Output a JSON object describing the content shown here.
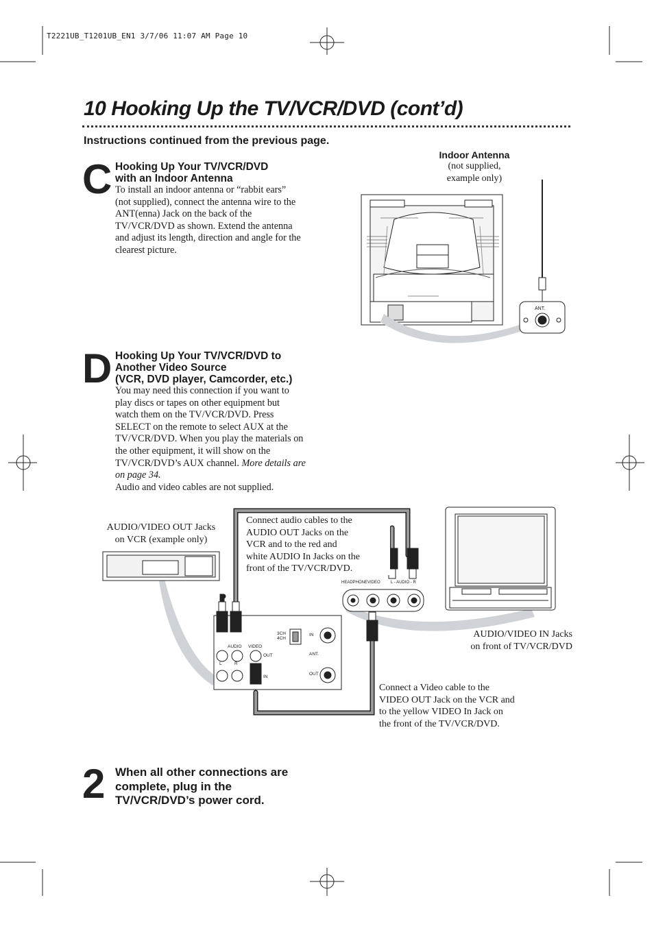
{
  "slug": "T2221UB_T1201UB_EN1  3/7/06  11:07 AM  Page 10",
  "header": {
    "title": "10  Hooking Up the TV/VCR/DVD (cont’d)",
    "continued": "Instructions continued from the previous page."
  },
  "section_c": {
    "letter": "C",
    "heading_line1": "Hooking Up Your TV/VCR/DVD",
    "heading_line2": "with an Indoor Antenna",
    "body": [
      "To install an indoor antenna or “rabbit ears”",
      "(not supplied), connect the antenna wire to the",
      "ANT(enna) Jack on the back of the",
      "TV/VCR/DVD as shown. Extend the antenna",
      "and adjust its length, direction and angle for the",
      "clearest picture."
    ],
    "antenna_label": "Indoor Antenna",
    "antenna_note1": "(not supplied,",
    "antenna_note2": "example only)",
    "ant_jack_label": "ANT."
  },
  "section_d": {
    "letter": "D",
    "heading_line1": "Hooking Up Your TV/VCR/DVD to",
    "heading_line2": "Another Video Source",
    "heading_line3": "(VCR, DVD player, Camcorder, etc.)",
    "body": [
      "You may need this connection if you want to",
      "play discs or tapes on other equipment but",
      "watch them on the TV/VCR/DVD. Press",
      "SELECT on the remote to select AUX at the",
      "TV/VCR/DVD. When you play the materials on",
      "the other equipment, it will show on the"
    ],
    "body_line7_a": "TV/VCR/DVD’s AUX channel. ",
    "body_line7_b": "More details are",
    "body_line8": "on page 34.",
    "body_line9": "Audio and video cables are not supplied.",
    "vcr_out_label1": "AUDIO/VIDEO OUT Jacks",
    "vcr_out_label2": "on VCR (example only)",
    "audio_note": [
      "Connect audio cables to the",
      "AUDIO OUT Jacks on the",
      "VCR and to the red and",
      "white AUDIO In Jacks on the",
      "front of the TV/VCR/DVD."
    ],
    "front_panel": {
      "headphone": "HEADPHONE",
      "video": "VIDEO",
      "audio": "L - AUDIO - R"
    },
    "av_in_label1": "AUDIO/VIDEO IN Jacks",
    "av_in_label2": "on front of TV/VCR/DVD",
    "vcr_panel": {
      "ch": "3CH",
      "ch2": "4CH",
      "in": "IN",
      "audio": "AUDIO",
      "video": "VIDEO",
      "out": "OUT",
      "l": "L",
      "r": "R",
      "ant": "ANT.",
      "in2": "IN",
      "out2": "OUT"
    },
    "video_note": [
      "Connect a Video cable to the",
      "VIDEO OUT Jack on the VCR and",
      "to the yellow VIDEO In Jack on",
      "the front of the TV/VCR/DVD."
    ]
  },
  "step2": {
    "number": "2",
    "lines": [
      "When all other connections are",
      "complete, plug in the",
      "TV/VCR/DVD’s power cord."
    ]
  }
}
